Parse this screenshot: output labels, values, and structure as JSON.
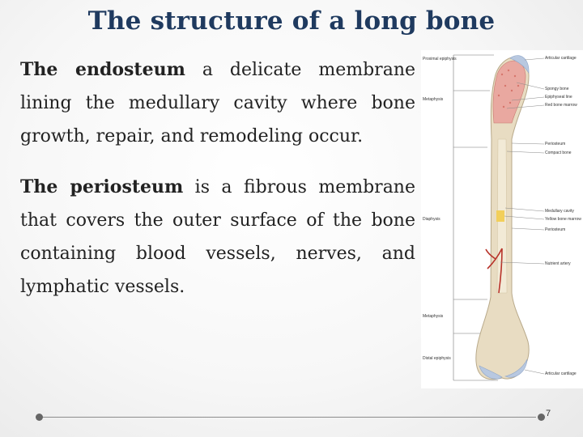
{
  "slide": {
    "title": "The structure of a long bone",
    "para1": {
      "bold": "The endosteum",
      "rest": " a delicate membrane lining the medullary cavity where bone growth, repair, and remodeling occur."
    },
    "para2": {
      "bold": "The periosteum",
      "rest": " is a fibrous membrane that covers the outer surface of the bone containing blood vessels, nerves, and lymphatic vessels."
    },
    "page_number": "7"
  },
  "figure": {
    "left_labels": {
      "proximal_epiphysis": "Proximal epiphysis",
      "metaphysis_top": "Metaphysis",
      "diaphysis": "Diaphysis",
      "metaphysis_bottom": "Metaphysis",
      "distal_epiphysis": "Distal epiphysis"
    },
    "right_labels": {
      "articular_cartilage_top": "Articular cartilage",
      "spongy_bone": "Spongy bone",
      "epiphyseal_line": "Epiphyseal line",
      "red_bone_marrow": "Red bone marrow",
      "periosteum": "Periosteum",
      "compact_bone": "Compact bone",
      "medullary_cavity": "Medullary cavity",
      "yellow_bone_marrow": "Yellow bone marrow",
      "periosteum_2": "Periosteum",
      "nutrient_artery": "Nutrient artery",
      "articular_cartilage_bottom": "Articular cartilage"
    }
  }
}
